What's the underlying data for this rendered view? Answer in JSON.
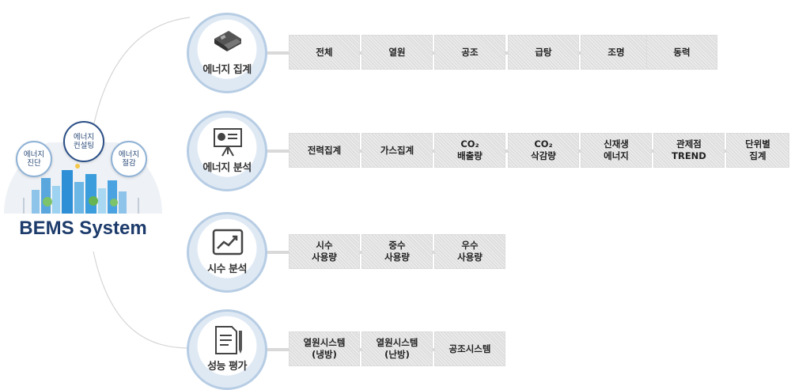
{
  "brand": "BEMS System",
  "bubbles": [
    "에너지\n진단",
    "에너지\n컨설팅",
    "에너지\n절감"
  ],
  "categories": [
    {
      "label": "에너지 집계",
      "icon": "keyboard-icon",
      "items": [
        "전체",
        "열원",
        "공조",
        "급탕",
        "조명",
        "동력"
      ]
    },
    {
      "label": "에너지 분석",
      "icon": "presentation-board-icon",
      "items": [
        "전력집계",
        "가스집계",
        "CO₂\n배출량",
        "CO₂\n삭감량",
        "신재생\n에너지",
        "관제점\nTREND",
        "단위별\n집계"
      ]
    },
    {
      "label": "시수 분석",
      "icon": "trend-chart-icon",
      "items": [
        "시수\n사용량",
        "중수\n사용량",
        "우수\n사용량"
      ]
    },
    {
      "label": "성능 평가",
      "icon": "document-pencil-icon",
      "items": [
        "열원시스템\n(냉방)",
        "열원시스템\n(난방)",
        "공조시스템"
      ]
    }
  ]
}
